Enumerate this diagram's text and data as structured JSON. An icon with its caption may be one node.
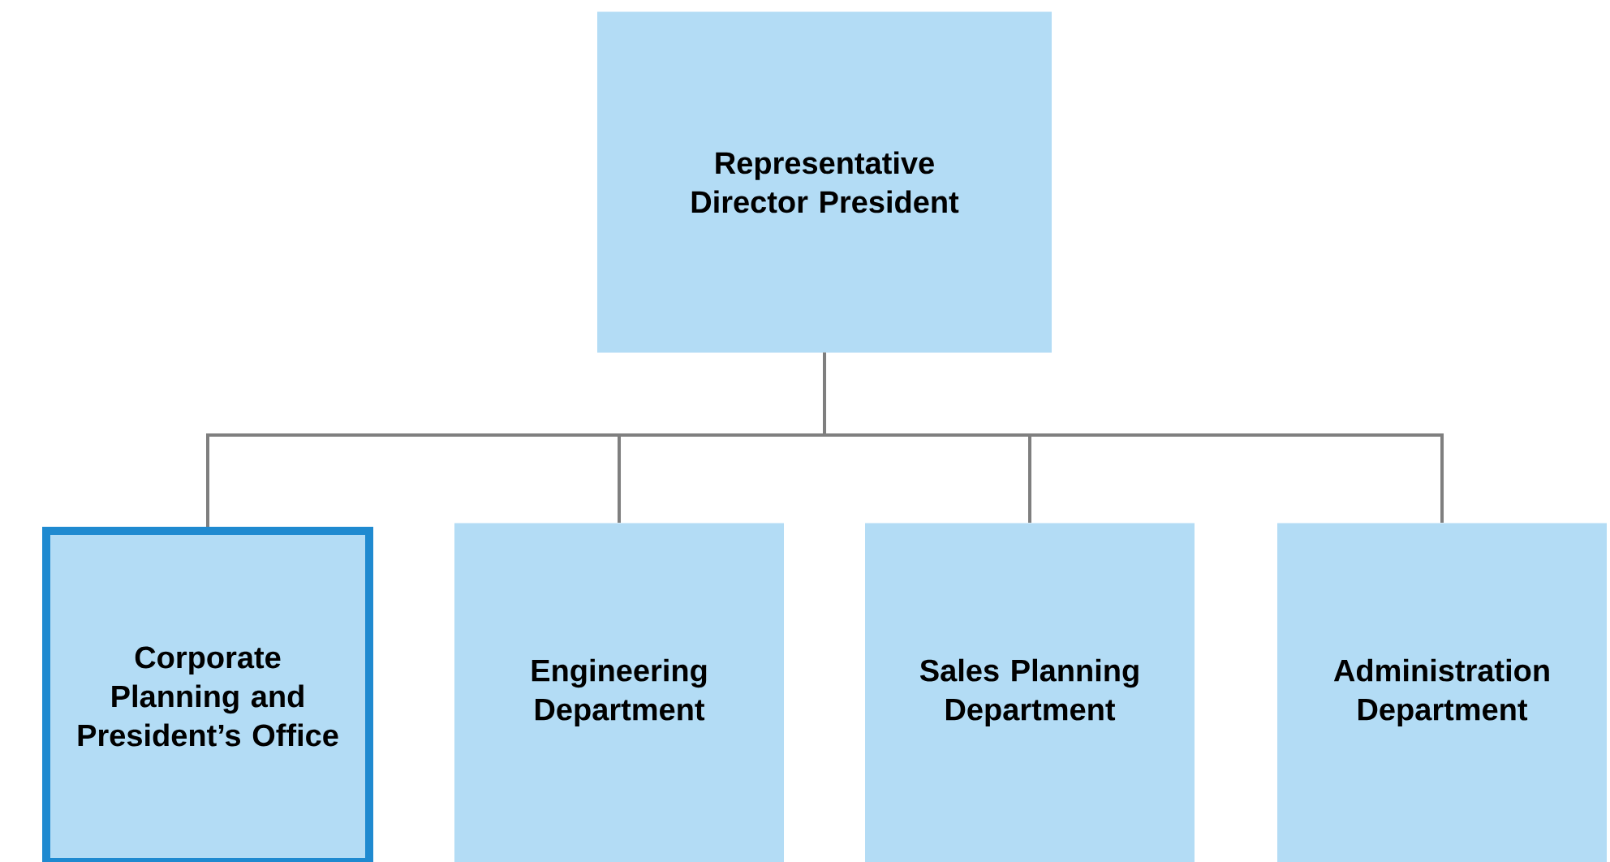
{
  "diagram": {
    "nodes": [
      {
        "text": [
          "Representative Director President"
        ]
      },
      {
        "text": [
          "Corporate Planning and President’s Office"
        ]
      },
      {
        "text": [
          "Engineering Department"
        ]
      },
      {
        "text": [
          "Sales Planning Department"
        ]
      },
      {
        "text": [
          "Administration Department"
        ]
      }
    ],
    "edges": [
      {
        "from": 0,
        "to": 1,
        "arrow": "none"
      },
      {
        "from": 0,
        "to": 2,
        "arrow": "none"
      },
      {
        "from": 0,
        "to": 3,
        "arrow": "none"
      },
      {
        "from": 0,
        "to": 4,
        "arrow": "none"
      }
    ]
  }
}
